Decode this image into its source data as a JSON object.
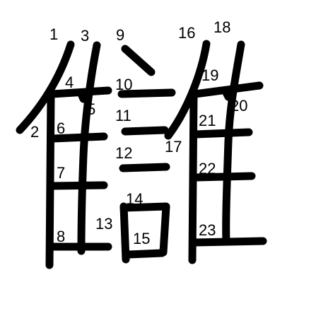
{
  "character": "讎",
  "colors": {
    "background": "#ffffff",
    "stroke": "#000000",
    "label": "#000000"
  },
  "stroke_numbers": [
    "1",
    "2",
    "3",
    "4",
    "5",
    "6",
    "7",
    "8",
    "9",
    "10",
    "11",
    "12",
    "13",
    "14",
    "15",
    "16",
    "17",
    "18",
    "19",
    "20",
    "21",
    "22",
    "23"
  ]
}
